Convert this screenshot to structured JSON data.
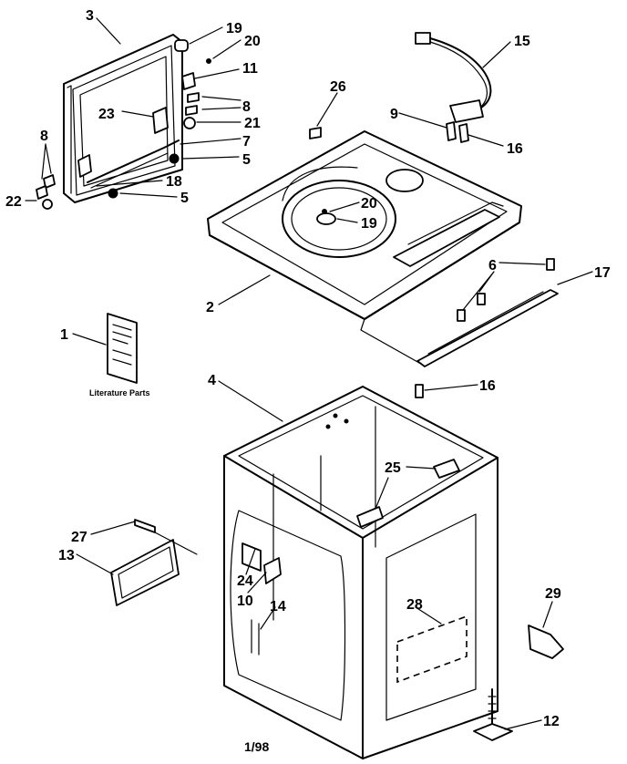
{
  "diagram": {
    "literature_caption": "Literature Parts",
    "footer_code": "1/98",
    "callouts": [
      {
        "id": "c3",
        "label": "3"
      },
      {
        "id": "c19a",
        "label": "19"
      },
      {
        "id": "c20a",
        "label": "20"
      },
      {
        "id": "c11",
        "label": "11"
      },
      {
        "id": "c8a",
        "label": "8"
      },
      {
        "id": "c23",
        "label": "23"
      },
      {
        "id": "c21",
        "label": "21"
      },
      {
        "id": "c7",
        "label": "7"
      },
      {
        "id": "c5a",
        "label": "5"
      },
      {
        "id": "c8b",
        "label": "8"
      },
      {
        "id": "c18",
        "label": "18"
      },
      {
        "id": "c5b",
        "label": "5"
      },
      {
        "id": "c22",
        "label": "22"
      },
      {
        "id": "c26",
        "label": "26"
      },
      {
        "id": "c15",
        "label": "15"
      },
      {
        "id": "c9",
        "label": "9"
      },
      {
        "id": "c16a",
        "label": "16"
      },
      {
        "id": "c20b",
        "label": "20"
      },
      {
        "id": "c19b",
        "label": "19"
      },
      {
        "id": "c6",
        "label": "6"
      },
      {
        "id": "c17",
        "label": "17"
      },
      {
        "id": "c2",
        "label": "2"
      },
      {
        "id": "c1",
        "label": "1"
      },
      {
        "id": "c16b",
        "label": "16"
      },
      {
        "id": "c4",
        "label": "4"
      },
      {
        "id": "c25",
        "label": "25"
      },
      {
        "id": "c27",
        "label": "27"
      },
      {
        "id": "c13",
        "label": "13"
      },
      {
        "id": "c24",
        "label": "24"
      },
      {
        "id": "c10",
        "label": "10"
      },
      {
        "id": "c14",
        "label": "14"
      },
      {
        "id": "c28",
        "label": "28"
      },
      {
        "id": "c29",
        "label": "29"
      },
      {
        "id": "c12",
        "label": "12"
      }
    ]
  }
}
